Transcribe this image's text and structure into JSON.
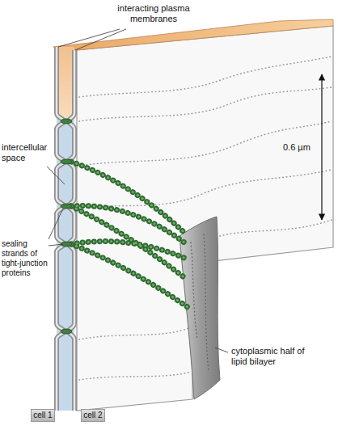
{
  "diagram": {
    "nodes": [
      {
        "text": [
          "cell 1"
        ]
      },
      {
        "text": [
          "cell 2"
        ]
      }
    ],
    "labels": [
      "interacting plasma membranes",
      "intercellular space",
      "0.6 µm",
      "sealing strands of tight-junction proteins",
      "cytoplasmic half of lipid bilayer"
    ]
  }
}
